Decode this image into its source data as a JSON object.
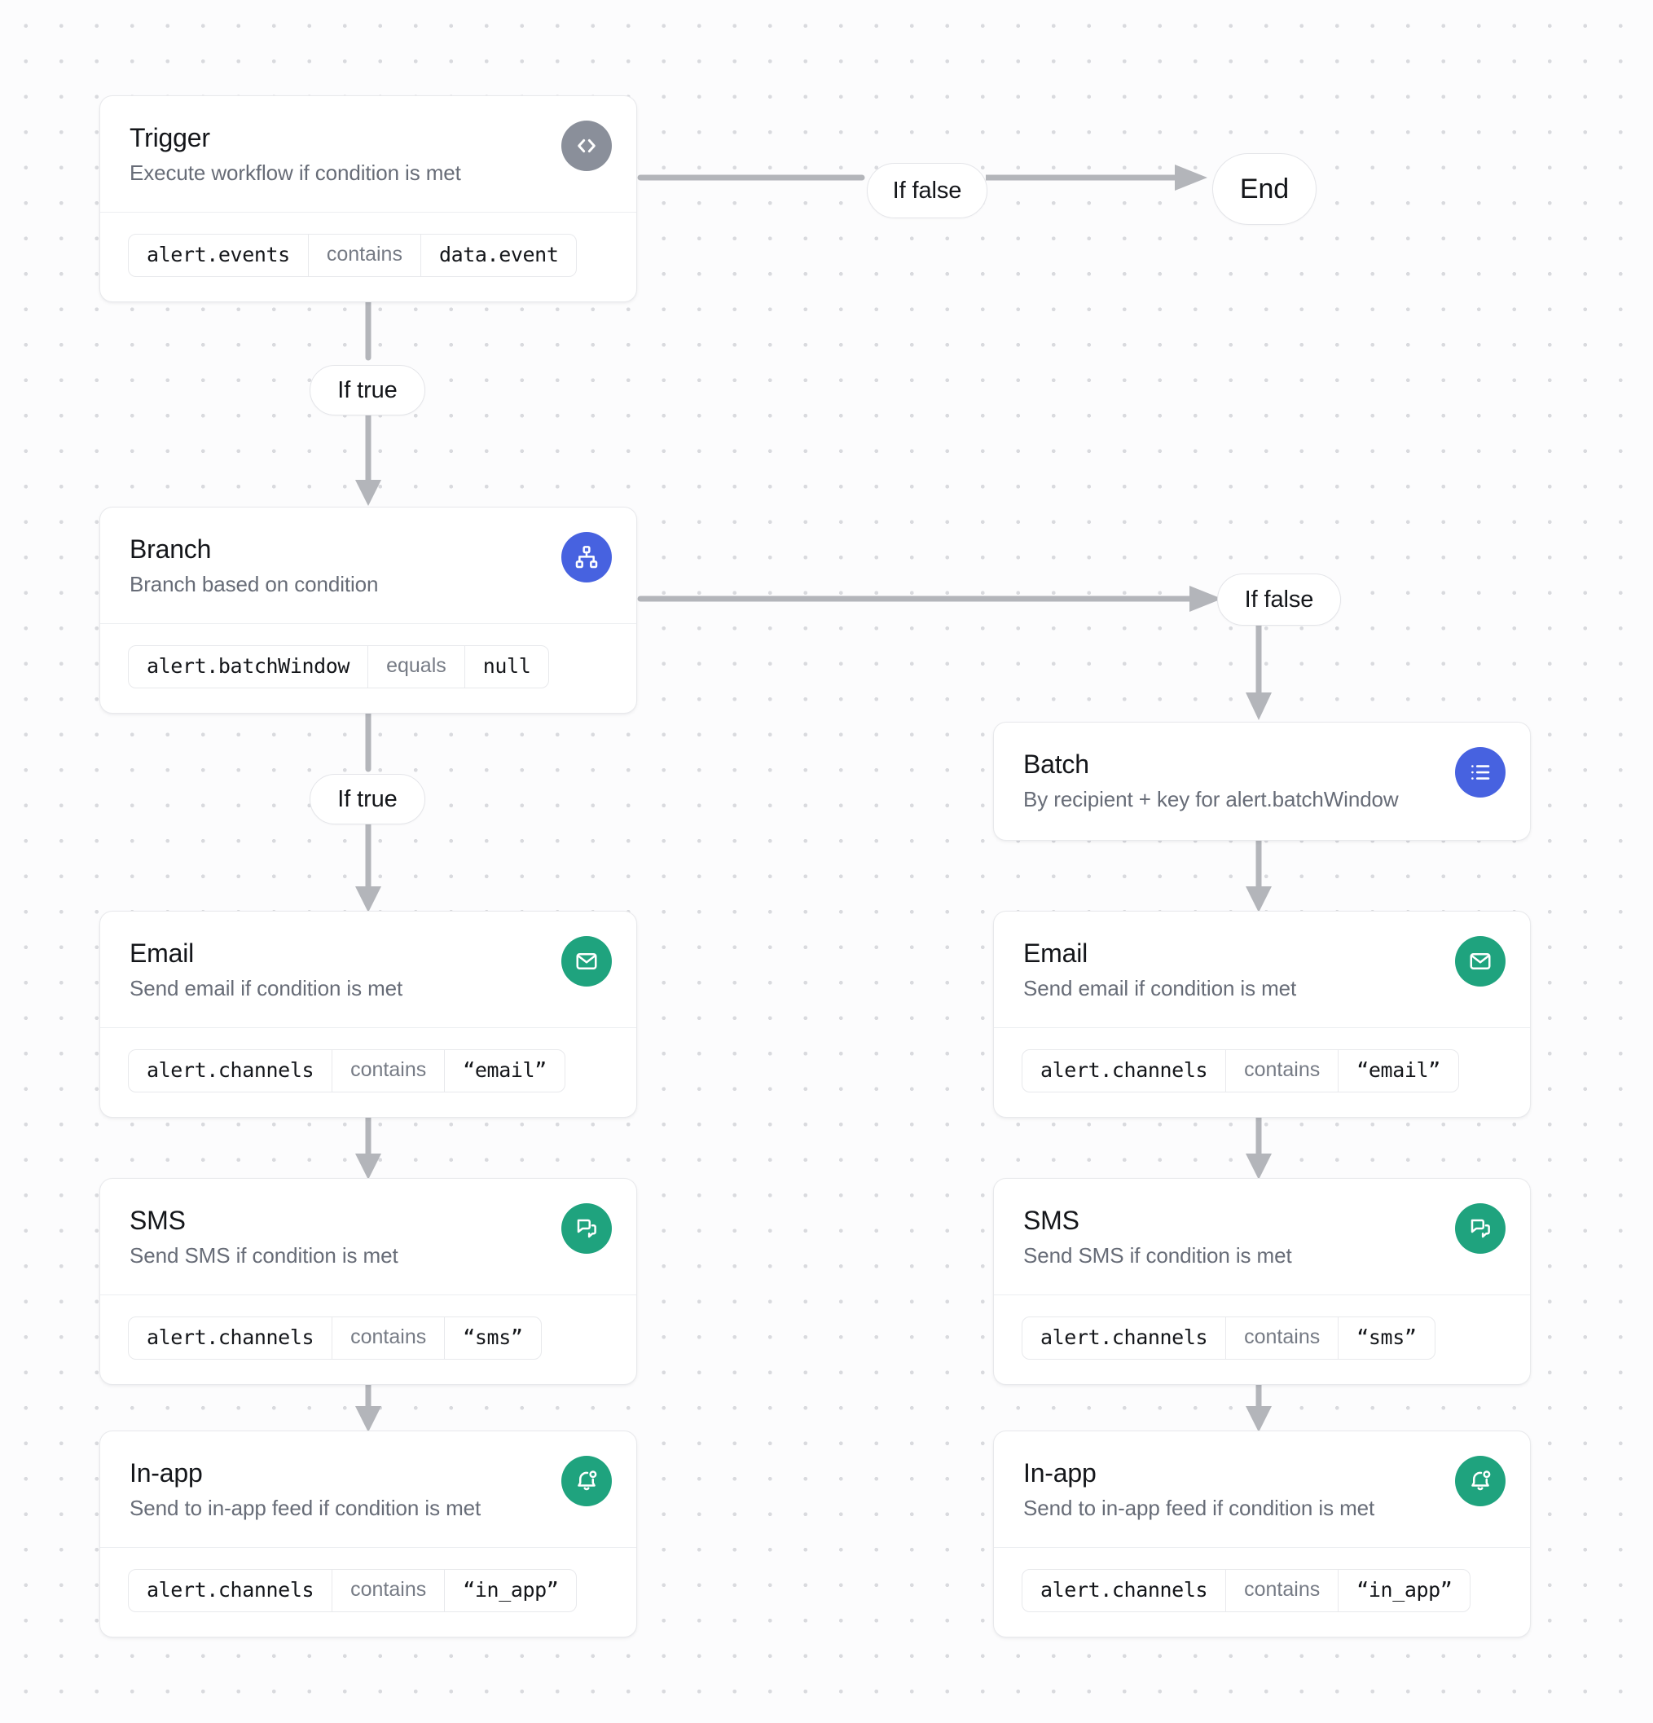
{
  "canvas": {
    "background_color": "#fcfcfd",
    "dot_color": "#d9dade"
  },
  "colors": {
    "trigger_badge": "#8a8f9a",
    "branch_badge": "#4762e0",
    "batch_badge": "#4762e0",
    "channel_badge": "#1fa37e",
    "connector": "#b3b5ba",
    "card_border": "#e8e9ec",
    "title_text": "#14161a",
    "subtitle_text": "#676c77",
    "operator_text": "#767b85"
  },
  "nodes": {
    "trigger": {
      "title": "Trigger",
      "subtitle": "Execute workflow if condition is met",
      "icon": "code-icon",
      "condition": {
        "field": "alert.events",
        "operator": "contains",
        "value": "data.event"
      }
    },
    "branch": {
      "title": "Branch",
      "subtitle": "Branch based on condition",
      "icon": "sitemap-icon",
      "condition": {
        "field": "alert.batchWindow",
        "operator": "equals",
        "value": "null"
      }
    },
    "batch": {
      "title": "Batch",
      "subtitle": "By recipient + key for alert.batchWindow",
      "icon": "list-icon"
    },
    "email_left": {
      "title": "Email",
      "subtitle": "Send email if condition is met",
      "icon": "envelope-icon",
      "condition": {
        "field": "alert.channels",
        "operator": "contains",
        "value": "“email”"
      }
    },
    "sms_left": {
      "title": "SMS",
      "subtitle": "Send SMS if condition is met",
      "icon": "chat-bubbles-icon",
      "condition": {
        "field": "alert.channels",
        "operator": "contains",
        "value": "“sms”"
      }
    },
    "inapp_left": {
      "title": "In-app",
      "subtitle": "Send to in-app feed if condition is met",
      "icon": "bell-dot-icon",
      "condition": {
        "field": "alert.channels",
        "operator": "contains",
        "value": "“in_app”"
      }
    },
    "email_right": {
      "title": "Email",
      "subtitle": "Send email if condition is met",
      "icon": "envelope-icon",
      "condition": {
        "field": "alert.channels",
        "operator": "contains",
        "value": "“email”"
      }
    },
    "sms_right": {
      "title": "SMS",
      "subtitle": "Send SMS if condition is met",
      "icon": "chat-bubbles-icon",
      "condition": {
        "field": "alert.channels",
        "operator": "contains",
        "value": "“sms”"
      }
    },
    "inapp_right": {
      "title": "In-app",
      "subtitle": "Send to in-app feed if condition is met",
      "icon": "bell-dot-icon",
      "condition": {
        "field": "alert.channels",
        "operator": "contains",
        "value": "“in_app”"
      }
    }
  },
  "pills": {
    "trigger_false": "If false",
    "trigger_true": "If true",
    "branch_false": "If false",
    "branch_true": "If true",
    "end": "End"
  }
}
